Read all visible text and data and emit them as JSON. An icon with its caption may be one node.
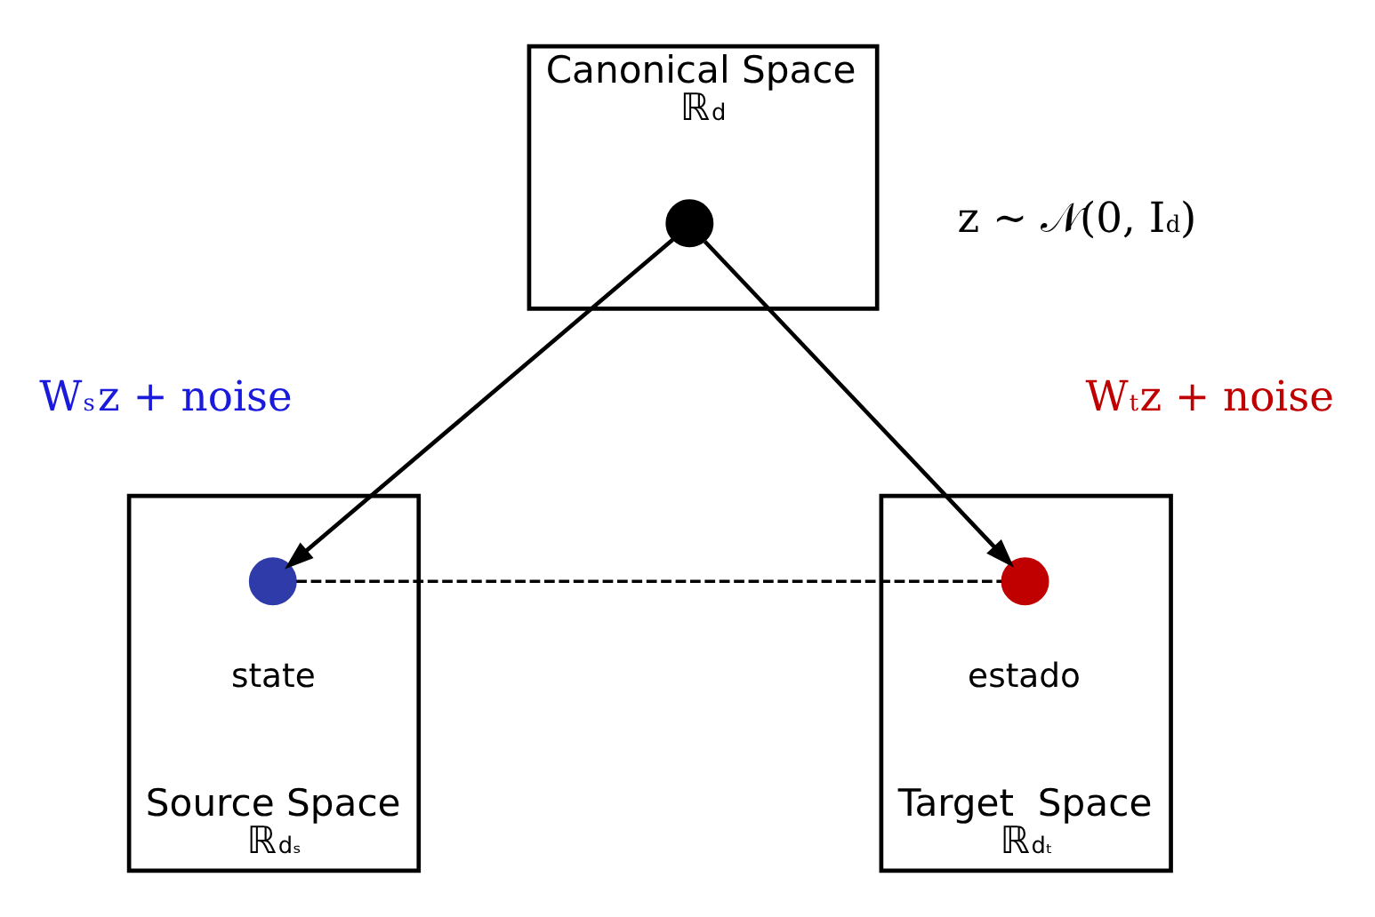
{
  "diagram": {
    "nodes": [
      {
        "text": [
          "Canonical Space",
          "ℝ$^{d}$"
        ]
      },
      {
        "text": [],
        "shape": "circle",
        "in": 0
      },
      {
        "text": [
          "Source Space",
          "ℝ$^{dₛ}$"
        ]
      },
      {
        "text": [],
        "shape": "circle",
        "in": 2,
        "beside": [
          "state"
        ]
      },
      {
        "text": [
          "Target  Space",
          "ℝ$^{dₜ}$"
        ]
      },
      {
        "text": [],
        "shape": "circle",
        "in": 4,
        "beside": [
          "estado"
        ]
      }
    ],
    "edges": [
      {
        "from": 1,
        "to": 3,
        "arrow": "to"
      },
      {
        "from": 1,
        "to": 5,
        "arrow": "to"
      },
      {
        "from": 3,
        "to": 5,
        "arrow": "none",
        "style": "dashed"
      }
    ],
    "labels": [
      "z ∼ 𝒩(0, I$_{d}$)",
      "W$_{s}$z + noise",
      "W$_{t}$z + noise"
    ]
  }
}
